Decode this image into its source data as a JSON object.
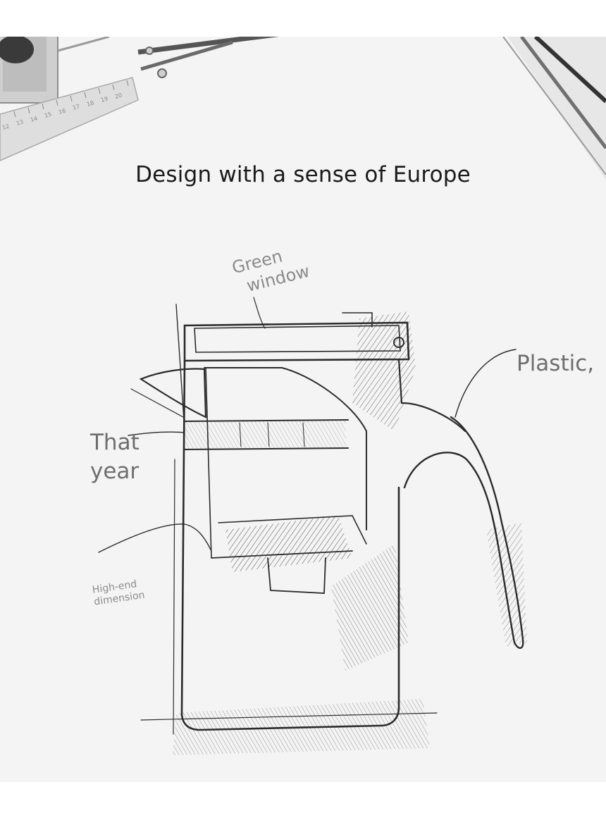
{
  "headline": "Design with a sense of Europe",
  "annotations": {
    "green_window": [
      "Green",
      "window"
    ],
    "plastic": "Plastic,",
    "that_year": [
      "That",
      "year"
    ],
    "high_end": [
      "High-end",
      "dimension"
    ]
  },
  "ruler_ticks": [
    "12",
    "13",
    "14",
    "15",
    "16",
    "17",
    "18",
    "19",
    "20"
  ],
  "colors": {
    "paper": "#f4f4f4",
    "pencil": "#2b2b2b",
    "annotation": "#7d7d7d"
  }
}
